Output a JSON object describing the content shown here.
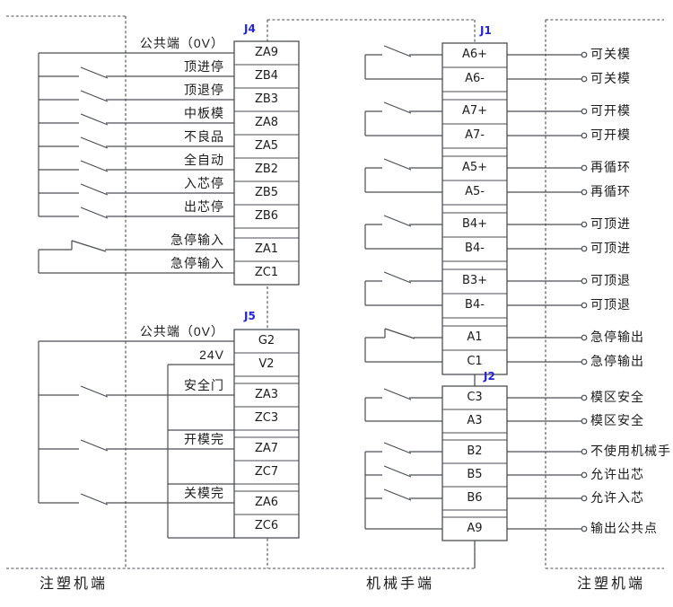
{
  "colors": {
    "line": "#4a4e54",
    "text": "#1c1c1c",
    "connector_label": "#2222dd",
    "background": "#ffffff"
  },
  "footer": {
    "left_zone": "注塑机端",
    "middle_zone": "机械手端",
    "right_zone": "注塑机端"
  },
  "j4": {
    "label": "J4",
    "rows": [
      {
        "pin": "ZA9",
        "signal": "公共端（0V）",
        "switch_type": "none"
      },
      {
        "pin": "ZB4",
        "signal": "顶进停",
        "switch_type": "normally-open"
      },
      {
        "pin": "ZB3",
        "signal": "顶退停",
        "switch_type": "normally-open"
      },
      {
        "pin": "ZA8",
        "signal": "中板模",
        "switch_type": "normally-open"
      },
      {
        "pin": "ZA5",
        "signal": "不良品",
        "switch_type": "normally-open"
      },
      {
        "pin": "ZB2",
        "signal": "全自动",
        "switch_type": "normally-open"
      },
      {
        "pin": "ZB5",
        "signal": "入芯停",
        "switch_type": "normally-open"
      },
      {
        "pin": "ZB6",
        "signal": "出芯停",
        "switch_type": "normally-open"
      },
      {
        "pin": "ZA1",
        "signal": "急停输入",
        "switch_type": "emergency-stop"
      },
      {
        "pin": "ZC1",
        "signal": "急停输入",
        "switch_type": "none"
      }
    ]
  },
  "j5": {
    "label": "J5",
    "rows": [
      {
        "pin": "G2",
        "signal": "公共端（0V）",
        "switch_type": "none"
      },
      {
        "pin": "V2",
        "signal": "24V",
        "switch_type": "none"
      },
      {
        "pin": "ZA3",
        "signal": "安全门",
        "switch_type": "normally-open"
      },
      {
        "pin": "ZC3",
        "signal": "",
        "switch_type": "none"
      },
      {
        "pin": "ZA7",
        "signal": "开模完",
        "switch_type": "normally-open"
      },
      {
        "pin": "ZC7",
        "signal": "",
        "switch_type": "none"
      },
      {
        "pin": "ZA6",
        "signal": "关模完",
        "switch_type": "normally-open"
      },
      {
        "pin": "ZC6",
        "signal": "",
        "switch_type": "none"
      }
    ]
  },
  "j1": {
    "label": "J1",
    "rows": [
      {
        "pin": "A6+",
        "output": "可关模",
        "switch_type": "normally-open"
      },
      {
        "pin": "A6-",
        "output": "可关模",
        "switch_type": "none"
      },
      {
        "pin": "A7+",
        "output": "可开模",
        "switch_type": "normally-open"
      },
      {
        "pin": "A7-",
        "output": "可开模",
        "switch_type": "none"
      },
      {
        "pin": "A5+",
        "output": "再循环",
        "switch_type": "normally-open"
      },
      {
        "pin": "A5-",
        "output": "再循环",
        "switch_type": "none"
      },
      {
        "pin": "B4+",
        "output": "可顶进",
        "switch_type": "normally-open"
      },
      {
        "pin": "B4-",
        "output": "可顶进",
        "switch_type": "none"
      },
      {
        "pin": "B3+",
        "output": "可顶退",
        "switch_type": "normally-open"
      },
      {
        "pin": "B4-",
        "output": "可顶退",
        "switch_type": "none"
      },
      {
        "pin": "A1",
        "output": "急停输出",
        "switch_type": "emergency-stop"
      },
      {
        "pin": "C1",
        "output": "急停输出",
        "switch_type": "none"
      }
    ]
  },
  "j2": {
    "label": "J2",
    "rows": [
      {
        "pin": "C3",
        "output": "模区安全",
        "switch_type": "normally-open"
      },
      {
        "pin": "A3",
        "output": "模区安全",
        "switch_type": "none"
      },
      {
        "pin": "B2",
        "output": "不使用机械手",
        "switch_type": "normally-open"
      },
      {
        "pin": "B5",
        "output": "允许出芯",
        "switch_type": "normally-open"
      },
      {
        "pin": "B6",
        "output": "允许入芯",
        "switch_type": "normally-open"
      },
      {
        "pin": "A9",
        "output": "输出公共点",
        "switch_type": "none"
      }
    ]
  }
}
